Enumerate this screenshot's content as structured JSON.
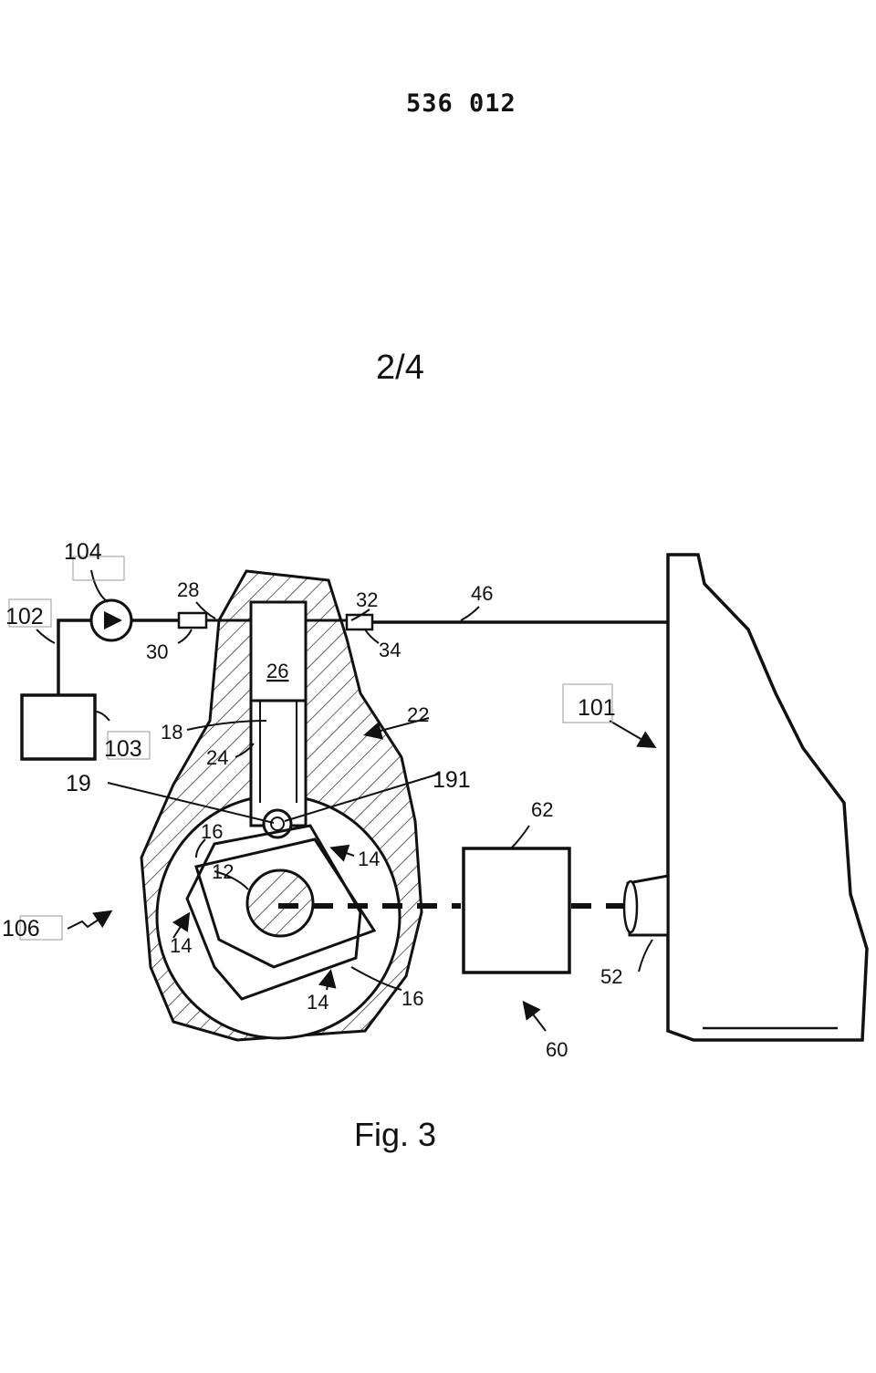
{
  "header": {
    "publication_number": "536 012"
  },
  "sheet": {
    "number": "2/4"
  },
  "figure": {
    "caption": "Fig. 3",
    "reference_numerals": {
      "r104": "104",
      "r102": "102",
      "r28": "28",
      "r32": "32",
      "r46": "46",
      "r30": "30",
      "r34": "34",
      "r26": "26",
      "r22": "22",
      "r101": "101",
      "r18": "18",
      "r103": "103",
      "r24": "24",
      "r19": "19",
      "r191": "191",
      "r62": "62",
      "r16a": "16",
      "r14a": "14",
      "r12": "12",
      "r106": "106",
      "r14b": "14",
      "r14c": "14",
      "r16b": "16",
      "r52": "52",
      "r60": "60"
    }
  }
}
